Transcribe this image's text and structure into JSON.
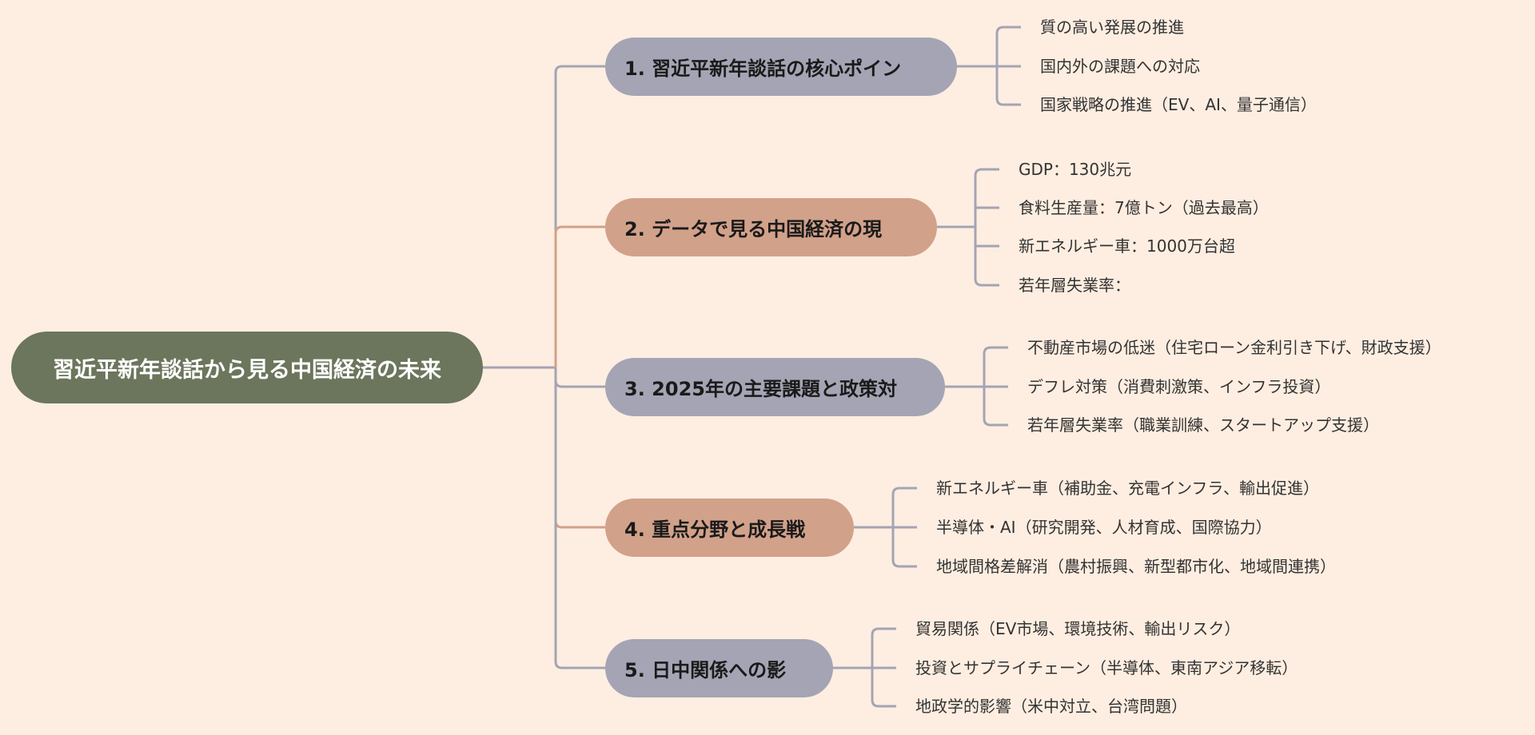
{
  "colors": {
    "background": "#FEEEE1",
    "root_fill": "#6B765C",
    "branch_gray": "#A4A4B4",
    "branch_tan": "#D2A18A",
    "line_gray": "#A4A4B4",
    "line_tan": "#D2A18A"
  },
  "mindmap": {
    "root": {
      "label": "習近平新年談話から見る中国経済の未来"
    },
    "branches": [
      {
        "label": "1. 習近平新年談話の核心ポイン",
        "color": "gray",
        "children": [
          "質の高い発展の推進",
          "国内外の課題への対応",
          "国家戦略の推進（EV、AI、量子通信）"
        ]
      },
      {
        "label": "2. データで見る中国経済の現",
        "color": "tan",
        "children": [
          "GDP：130兆元",
          "食料生産量：7億トン（過去最高）",
          "新エネルギー車：1000万台超",
          "若年層失業率："
        ]
      },
      {
        "label": "3. 2025年の主要課題と政策対",
        "color": "gray",
        "children": [
          "不動産市場の低迷（住宅ローン金利引き下げ、財政支援）",
          "デフレ対策（消費刺激策、インフラ投資）",
          "若年層失業率（職業訓練、スタートアップ支援）"
        ]
      },
      {
        "label": "4. 重点分野と成長戦",
        "color": "tan",
        "children": [
          "新エネルギー車（補助金、充電インフラ、輸出促進）",
          "半導体・AI（研究開発、人材育成、国際協力）",
          "地域間格差解消（農村振興、新型都市化、地域間連携）"
        ]
      },
      {
        "label": "5. 日中関係への影",
        "color": "gray",
        "children": [
          "貿易関係（EV市場、環境技術、輸出リスク）",
          "投資とサプライチェーン（半導体、東南アジア移転）",
          "地政学的影響（米中対立、台湾問題）"
        ]
      }
    ]
  }
}
